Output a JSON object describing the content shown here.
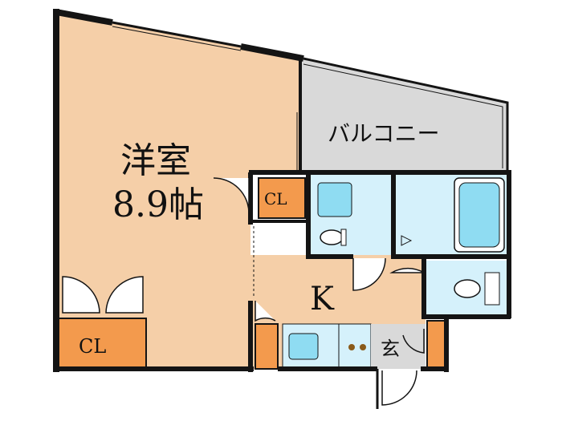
{
  "rooms": {
    "western_room": {
      "name": "洋室",
      "size": "8.9帖"
    },
    "balcony": "バルコニー",
    "kitchen": "K",
    "closet_main": "CL",
    "closet_small": "CL",
    "entrance": "玄"
  },
  "colors": {
    "room_floor": "#f5cfa8",
    "balcony_floor": "#d9d9d9",
    "wet_area": "#d5f1fb",
    "fixture": "#8fdcf2",
    "closet": "#f39a4d",
    "entrance_floor": "#d9d9d9",
    "wall": "#141414"
  }
}
